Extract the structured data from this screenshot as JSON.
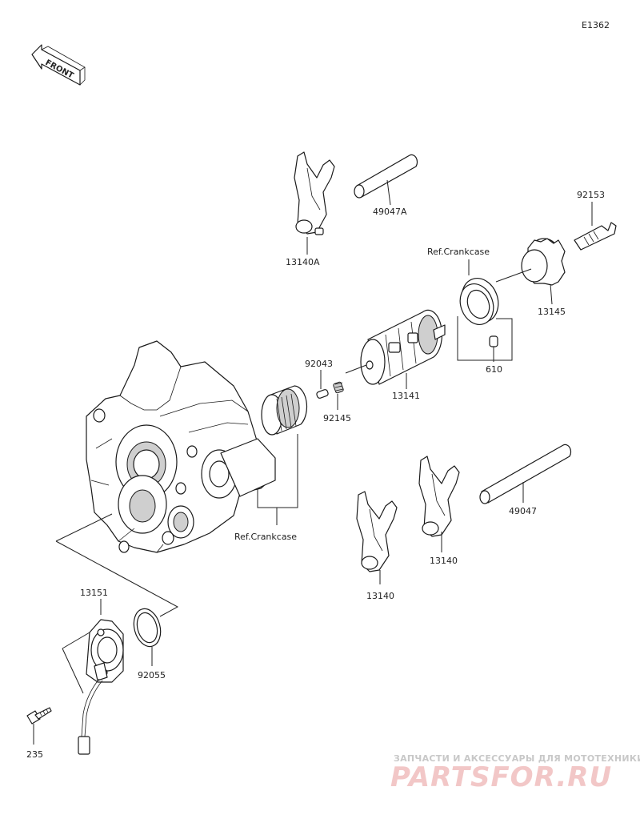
{
  "diagram_code": "E1362",
  "front_label": "FRONT",
  "labels": {
    "p13140A": "13140A",
    "p49047A": "49047A",
    "p92153": "92153",
    "ref_crankcase_top": "Ref.Crankcase",
    "p13145": "13145",
    "p92043": "92043",
    "p92145": "92145",
    "p13141": "13141",
    "p610": "610",
    "ref_crankcase_mid": "Ref.Crankcase",
    "p49047": "49047",
    "p13140_left": "13140",
    "p13140_right": "13140",
    "p13151": "13151",
    "p92055": "92055",
    "p235": "235"
  },
  "watermark": {
    "tagline": "ЗАПЧАСТИ И АКСЕССУАРЫ ДЛЯ МОТОТЕХНИКИ",
    "brand": "PARTSFOR.RU"
  }
}
